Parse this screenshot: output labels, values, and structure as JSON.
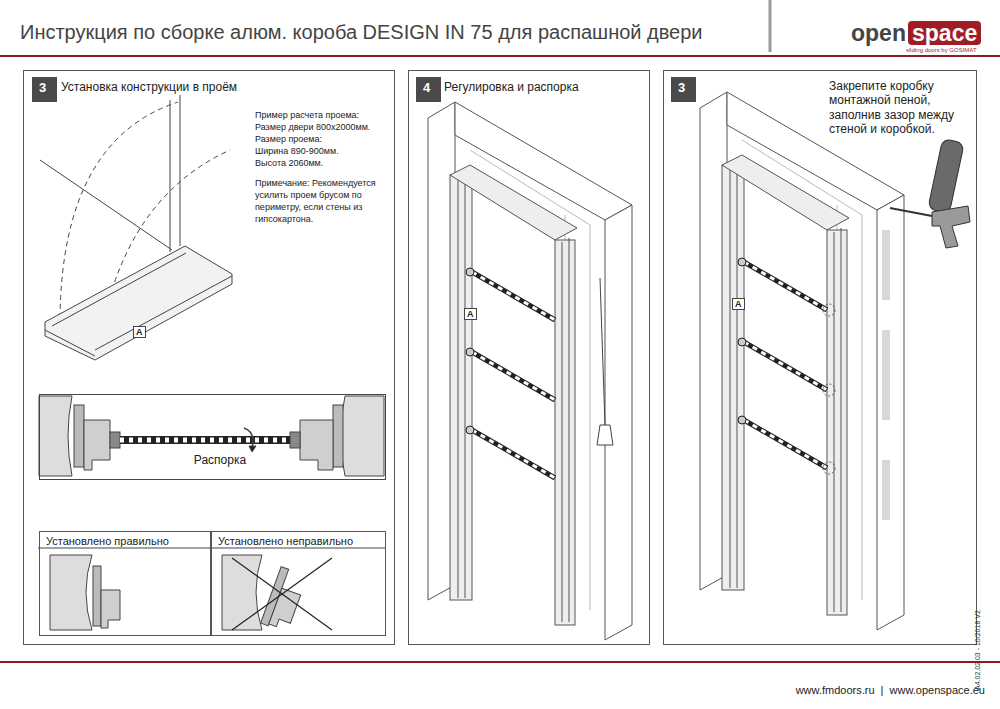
{
  "diagram": {
    "title": "Инструкция по сборке алюм. короба DESIGN IN 75 для распашной двери",
    "nodes": [
      {
        "text": [
          "Установка конструкции в проём"
        ]
      },
      {
        "text": [
          "3"
        ],
        "in": 0
      },
      {
        "text": [
          "Распорка"
        ],
        "in": 0
      },
      {
        "text": [
          "Установлено правильно"
        ],
        "in": 0
      },
      {
        "text": [
          "Установлено неправильно"
        ],
        "in": 0
      },
      {
        "text": [
          "Регулировка и распорка"
        ]
      },
      {
        "text": [
          "4"
        ],
        "in": 5
      },
      {
        "text": [
          "Закрепите коробку монтажной пеной, заполнив зазор между стеной и коробкой."
        ]
      },
      {
        "text": [
          "3"
        ],
        "in": 7
      }
    ],
    "labels": [
      "open",
      "space",
      "sliding doors by GOSIMAT",
      "Пример расчета проема:",
      "Размер двери 800x2000мм.",
      "Размер проема:",
      "Ширина 890-900мм.",
      "Высота 2060мм.",
      "Примечание: Рекомендуется усилить проем брусом по периметру, если стены из гипсокартона.",
      "A",
      "A",
      "A",
      "www.fmdoors.ru  |  www.openspace.eu",
      "A4.02.02.03 - 10/2018 V2"
    ]
  }
}
